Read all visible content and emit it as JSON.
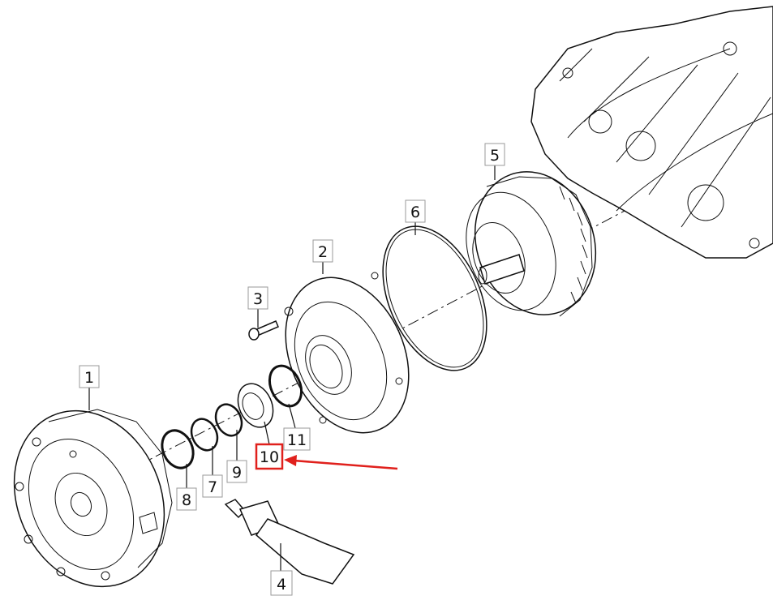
{
  "callouts": [
    {
      "id": "1",
      "label": "1"
    },
    {
      "id": "2",
      "label": "2"
    },
    {
      "id": "3",
      "label": "3"
    },
    {
      "id": "4",
      "label": "4"
    },
    {
      "id": "5",
      "label": "5"
    },
    {
      "id": "6",
      "label": "6"
    },
    {
      "id": "7",
      "label": "7"
    },
    {
      "id": "8",
      "label": "8"
    },
    {
      "id": "9",
      "label": "9"
    },
    {
      "id": "10",
      "label": "10"
    },
    {
      "id": "11",
      "label": "11"
    }
  ],
  "highlight": {
    "callout": "10",
    "color": "#e0201c"
  }
}
